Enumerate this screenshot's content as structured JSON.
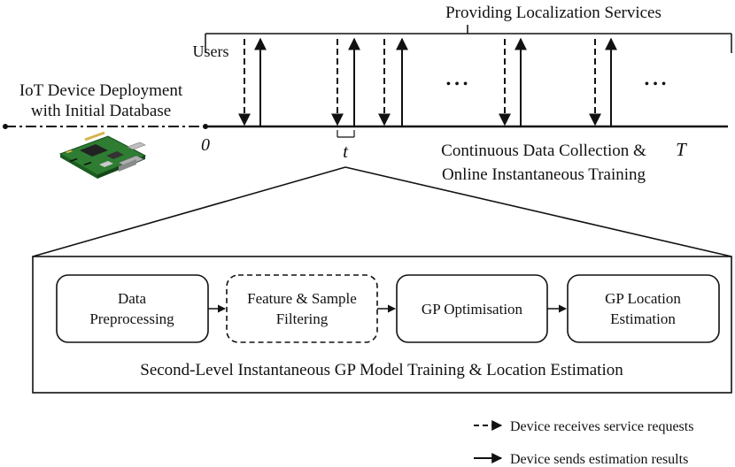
{
  "top": {
    "services_label": "Providing Localization Services",
    "users_label": "Users",
    "deployment_line1": "IoT Device Deployment",
    "deployment_line2": "with Initial Database",
    "t_start": "0",
    "t_end": "T",
    "t_mark": "t",
    "collection_line1": "Continuous Data Collection &",
    "collection_line2": "Online Instantaneous Training",
    "ellipsis": "• • •"
  },
  "pipeline": {
    "steps": [
      {
        "line1": "Data",
        "line2": "Preprocessing",
        "style": "solid"
      },
      {
        "line1": "Feature & Sample",
        "line2": "Filtering",
        "style": "dashed"
      },
      {
        "line1": "GP Optimisation",
        "line2": "",
        "style": "solid"
      },
      {
        "line1": "GP Location",
        "line2": "Estimation",
        "style": "solid"
      }
    ],
    "caption": "Second-Level Instantaneous GP Model Training & Location Estimation"
  },
  "legend": {
    "dashed_label": "Device receives service requests",
    "solid_label": "Device sends estimation results"
  },
  "colors": {
    "line": "#111111",
    "board": "#2e7d32"
  }
}
